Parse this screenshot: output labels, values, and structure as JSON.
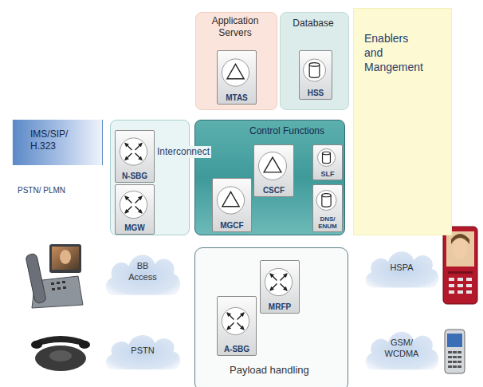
{
  "diagram": {
    "nodes": [
      {
        "text": [
          "Application Servers"
        ]
      },
      {
        "text": [
          "MTAS"
        ],
        "in": 0
      },
      {
        "text": [
          "Database"
        ]
      },
      {
        "text": [
          "HSS"
        ],
        "in": 2
      },
      {
        "text": [
          "Enablers and Mangement"
        ]
      },
      {
        "text": [
          "IMS/SIP/ H.323"
        ]
      },
      {
        "text": [
          "Interconnect"
        ]
      },
      {
        "text": [
          "N-SBG"
        ],
        "in": 6
      },
      {
        "text": [
          "MGW"
        ],
        "in": 6
      },
      {
        "text": [
          "Control Functions"
        ]
      },
      {
        "text": [
          "CSCF"
        ],
        "in": 9
      },
      {
        "text": [
          "SLF"
        ],
        "in": 9
      },
      {
        "text": [
          "MGCF"
        ],
        "in": 9
      },
      {
        "text": [
          "DNS/ ENUM"
        ],
        "in": 9
      },
      {
        "text": [
          "BB Access"
        ]
      },
      {
        "text": [
          "Payload handling"
        ]
      },
      {
        "text": [
          "MRFP"
        ],
        "in": 15
      },
      {
        "text": [
          "A-SBG"
        ],
        "in": 15
      },
      {
        "text": [
          "HSPA"
        ]
      },
      {
        "text": [
          "PSTN"
        ]
      },
      {
        "text": [
          "GSM/ WCDMA"
        ]
      }
    ],
    "labels": [
      "PSTN/ PLMN"
    ]
  }
}
